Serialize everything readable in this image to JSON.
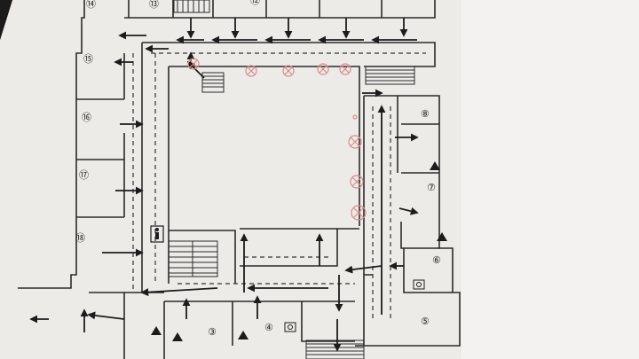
{
  "diagram": {
    "type": "evacuation-floor-plan",
    "colors": {
      "paper": "#ecebe8",
      "line": "#2a2a2a",
      "arrow": "#1c1c1c",
      "extinguisher": "#d98a8a"
    },
    "rooms": [
      {
        "id": "14",
        "label": "⑭"
      },
      {
        "id": "13",
        "label": "⑬"
      },
      {
        "id": "12",
        "label": "⑫"
      },
      {
        "id": "15",
        "label": "⑮"
      },
      {
        "id": "16",
        "label": "⑯"
      },
      {
        "id": "17",
        "label": "⑰"
      },
      {
        "id": "18",
        "label": "⑱"
      },
      {
        "id": "8",
        "label": "⑧"
      },
      {
        "id": "7",
        "label": "⑦"
      },
      {
        "id": "6",
        "label": "⑥"
      },
      {
        "id": "5",
        "label": "⑤"
      },
      {
        "id": "4",
        "label": "④"
      },
      {
        "id": "3",
        "label": "③"
      }
    ],
    "icons": [
      "stairs-icon",
      "elevator-icon",
      "fire-extinguisher-icon",
      "hydrant-icon",
      "telephone-icon",
      "evacuation-arrow-icon"
    ]
  }
}
